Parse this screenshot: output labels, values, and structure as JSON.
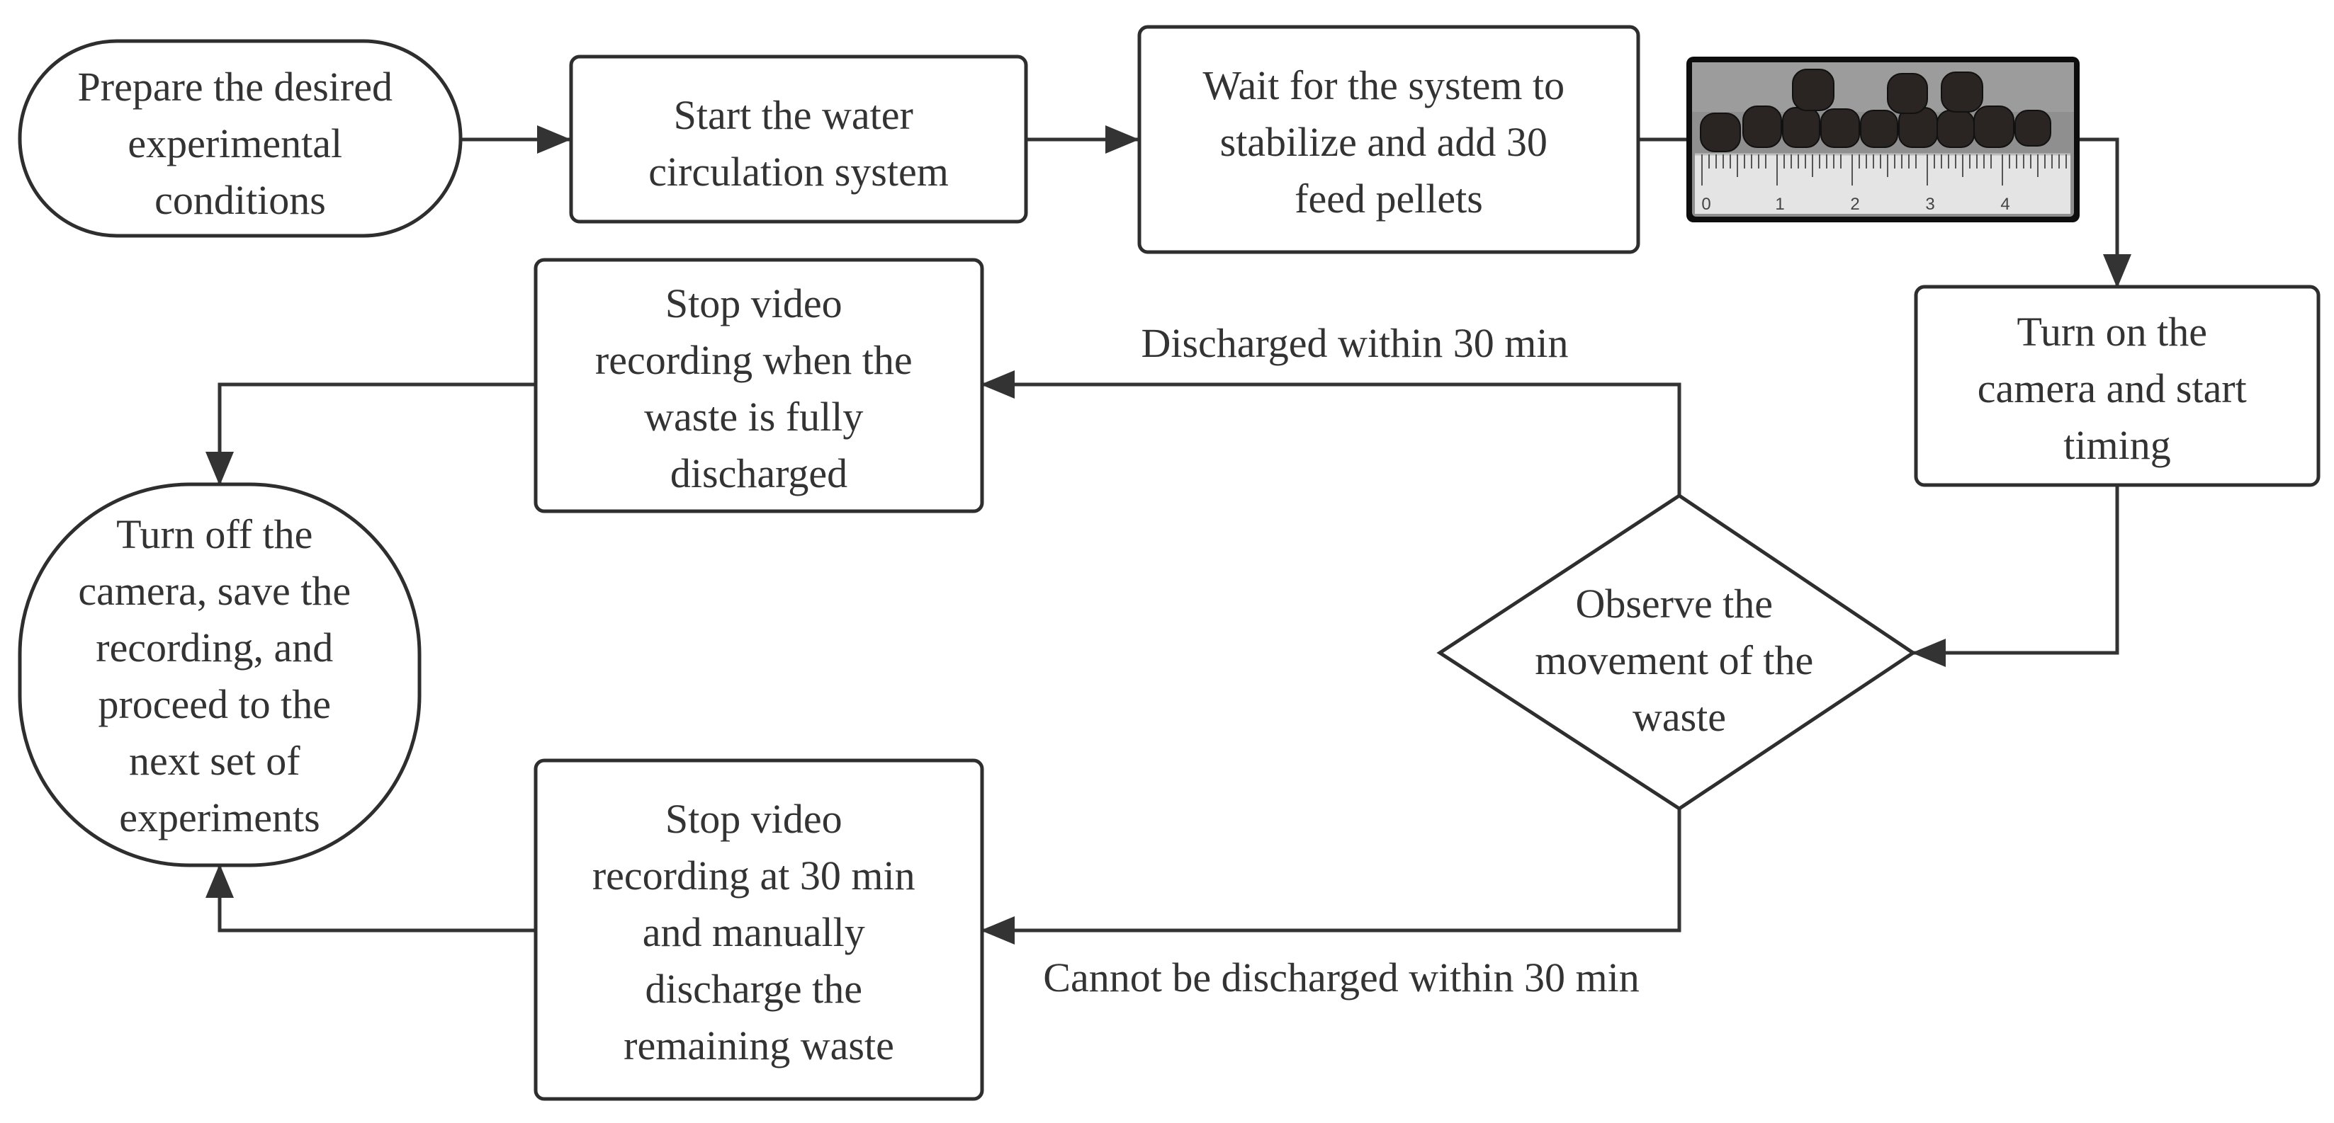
{
  "nodes": {
    "prepare": {
      "lines": [
        "Prepare the desired",
        "experimental",
        "conditions"
      ]
    },
    "start_circulation": {
      "lines": [
        "Start the water",
        "circulation system"
      ]
    },
    "wait_add": {
      "lines": [
        "Wait for the system to",
        "stabilize and add 30",
        "feed pellets"
      ]
    },
    "pellets_photo": {
      "ruler_ticks": [
        "0",
        "1",
        "2",
        "3",
        "4"
      ]
    },
    "camera_timing": {
      "lines": [
        "Turn on the",
        "camera and start",
        "timing"
      ]
    },
    "observe": {
      "lines": [
        "Observe the",
        "movement of the",
        "waste"
      ]
    },
    "stop_full": {
      "lines": [
        "Stop video",
        "recording when the",
        "waste is fully",
        "discharged"
      ]
    },
    "stop_manual": {
      "lines": [
        "Stop video",
        "recording at 30 min",
        "and manually",
        "discharge the",
        "remaining waste"
      ]
    },
    "turn_off": {
      "lines": [
        "Turn off the",
        "camera, save the",
        "recording, and",
        "proceed to the",
        "next set of",
        "experiments"
      ]
    }
  },
  "edges": {
    "discharged_label": "Discharged within 30 min",
    "not_discharged_label": "Cannot be discharged within 30 min"
  },
  "colors": {
    "stroke": "#2e2e2e",
    "text": "#333333",
    "photo_background": "#8f8f8f",
    "pellet": "#2a2522",
    "ruler": "#e4e4e4"
  }
}
